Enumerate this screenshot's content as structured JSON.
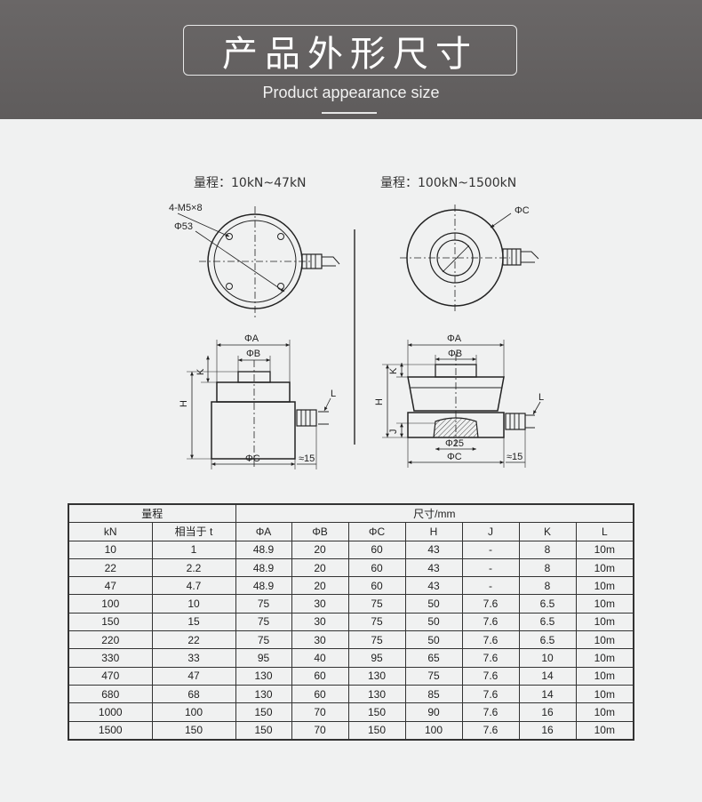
{
  "header": {
    "title": "产品外形尺寸",
    "subtitle": "Product appearance size"
  },
  "drawings": {
    "left": {
      "range_label": "量程：10kN~47kN",
      "hole_label": "4-M5×8",
      "dia_label": "Φ53"
    },
    "right": {
      "range_label": "量程：100kN~1500kN",
      "dia_label": "ΦC"
    },
    "dims": {
      "phi_a": "ΦA",
      "phi_b": "ΦB",
      "phi_c": "ΦC",
      "h": "H",
      "k": "K",
      "j": "J",
      "l": "L",
      "approx15": "≈15",
      "phi25": "Φ25"
    }
  },
  "table": {
    "group_range": "量程",
    "group_dims": "尺寸/mm",
    "columns": [
      "kN",
      "相当于 t",
      "ΦA",
      "ΦB",
      "ΦC",
      "H",
      "J",
      "K",
      "L"
    ],
    "rows": [
      [
        "10",
        "1",
        "48.9",
        "20",
        "60",
        "43",
        "-",
        "8",
        "10m"
      ],
      [
        "22",
        "2.2",
        "48.9",
        "20",
        "60",
        "43",
        "-",
        "8",
        "10m"
      ],
      [
        "47",
        "4.7",
        "48.9",
        "20",
        "60",
        "43",
        "-",
        "8",
        "10m"
      ],
      [
        "100",
        "10",
        "75",
        "30",
        "75",
        "50",
        "7.6",
        "6.5",
        "10m"
      ],
      [
        "150",
        "15",
        "75",
        "30",
        "75",
        "50",
        "7.6",
        "6.5",
        "10m"
      ],
      [
        "220",
        "22",
        "75",
        "30",
        "75",
        "50",
        "7.6",
        "6.5",
        "10m"
      ],
      [
        "330",
        "33",
        "95",
        "40",
        "95",
        "65",
        "7.6",
        "10",
        "10m"
      ],
      [
        "470",
        "47",
        "130",
        "60",
        "130",
        "75",
        "7.6",
        "14",
        "10m"
      ],
      [
        "680",
        "68",
        "130",
        "60",
        "130",
        "85",
        "7.6",
        "14",
        "10m"
      ],
      [
        "1000",
        "100",
        "150",
        "70",
        "150",
        "90",
        "7.6",
        "16",
        "10m"
      ],
      [
        "1500",
        "150",
        "150",
        "70",
        "150",
        "100",
        "7.6",
        "16",
        "10m"
      ]
    ]
  }
}
